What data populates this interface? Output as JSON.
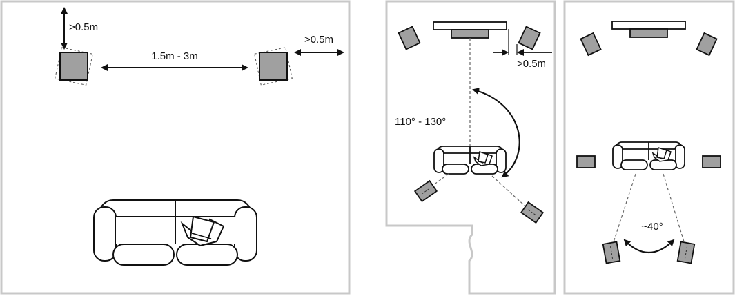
{
  "panels": [
    {
      "id": "stereo",
      "labels": {
        "top_clearance": ">0.5m",
        "speaker_spacing": "1.5m - 3m",
        "side_clearance": ">0.5m"
      }
    },
    {
      "id": "surround-5-1",
      "labels": {
        "side_clearance": ">0.5m",
        "surround_angle": "110° - 130°"
      }
    },
    {
      "id": "surround-7-1",
      "labels": {
        "rear_angle": "~40°"
      }
    }
  ],
  "colors": {
    "speaker_fill": "#a0a0a0",
    "room_border": "#c8c8c8",
    "line": "#111111"
  },
  "icons": [
    "speaker-icon",
    "sofa-icon",
    "tv-icon",
    "double-arrow-icon",
    "curved-arrow-icon"
  ]
}
